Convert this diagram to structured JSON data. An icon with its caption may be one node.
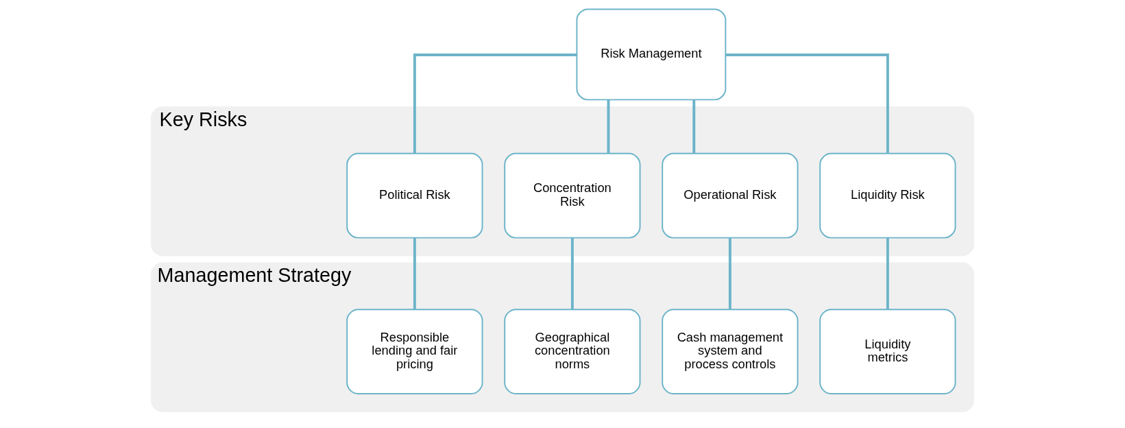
{
  "diagram": {
    "nodes": [
      {
        "text": [
          "Risk Management"
        ]
      },
      {
        "text": [
          "Key Risks"
        ]
      },
      {
        "text": [
          "Political Risk"
        ],
        "in": 1
      },
      {
        "text": [
          "Concentration Risk"
        ],
        "in": 1
      },
      {
        "text": [
          "Operational Risk"
        ],
        "in": 1
      },
      {
        "text": [
          "Liquidity Risk"
        ],
        "in": 1
      },
      {
        "text": [
          "Management Strategy"
        ]
      },
      {
        "text": [
          "Responsible lending and fair pricing"
        ],
        "in": 6
      },
      {
        "text": [
          "Geographical concentration norms"
        ],
        "in": 6
      },
      {
        "text": [
          "Cash management system and process controls"
        ],
        "in": 6
      },
      {
        "text": [
          "Liquidity metrics"
        ],
        "in": 6
      }
    ],
    "edges": [
      {
        "from": 0,
        "to": 2,
        "arrow": "none"
      },
      {
        "from": 0,
        "to": 3,
        "arrow": "none"
      },
      {
        "from": 0,
        "to": 4,
        "arrow": "none"
      },
      {
        "from": 0,
        "to": 5,
        "arrow": "none"
      },
      {
        "from": 2,
        "to": 7,
        "arrow": "none"
      },
      {
        "from": 3,
        "to": 8,
        "arrow": "none"
      },
      {
        "from": 4,
        "to": 9,
        "arrow": "none"
      },
      {
        "from": 5,
        "to": 10,
        "arrow": "none"
      }
    ]
  }
}
